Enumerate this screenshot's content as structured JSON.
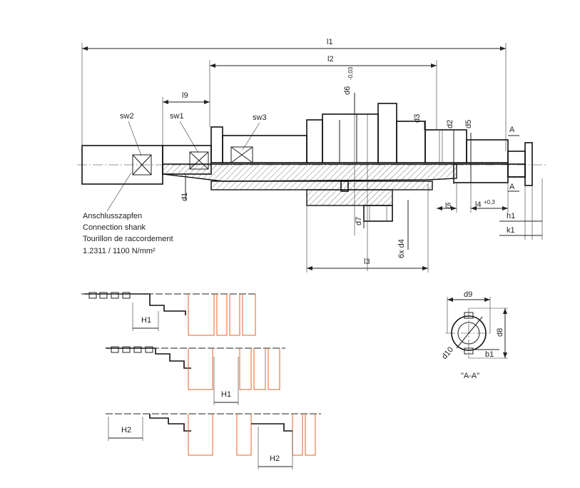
{
  "dimensions": {
    "l1": "l1",
    "l2": "l2",
    "l3": "l3",
    "l4": "l4",
    "l4_tol": "+0,3",
    "l5": "l5",
    "l9": "l9",
    "d1": "d1",
    "d2": "d2",
    "d3": "d3",
    "d4": "6x d4",
    "d5": "d5",
    "d6": "d6",
    "d6_tol": "-0,03",
    "d7": "d7",
    "d8": "d8",
    "d9": "d9",
    "d10": "d10",
    "b1": "b1",
    "h1": "h1",
    "k1": "k1",
    "sw1": "sw1",
    "sw2": "sw2",
    "sw3": "sw3",
    "section_mark": "A",
    "H1": "H1",
    "H2": "H2"
  },
  "section_label": "\"A-A\"",
  "shank_note": {
    "line1": "Anschlusszapfen",
    "line2": "Connection shank",
    "line3": "Tourillon de raccordement",
    "line4": "1.2311 / 1100 N/mm²"
  }
}
